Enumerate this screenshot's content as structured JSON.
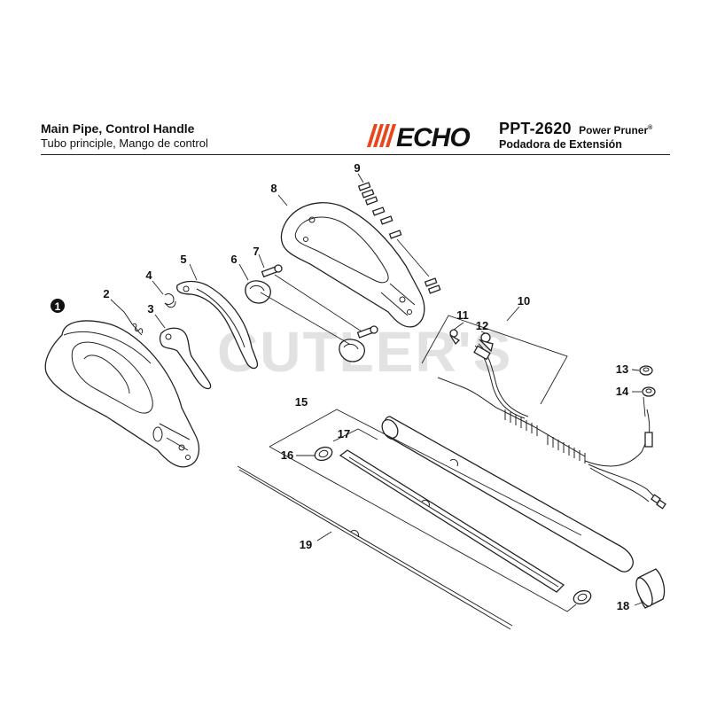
{
  "header": {
    "title_en": "Main Pipe, Control Handle",
    "title_es": "Tubo principle, Mango de control",
    "brand": "ECHO",
    "model": "PPT-2620",
    "product_en": "Power Pruner",
    "product_mark": "®",
    "product_es": "Podadora de Extensión"
  },
  "watermark": "CUTLER'S",
  "callouts": {
    "c1": "1",
    "c2": "2",
    "c3": "3",
    "c4": "4",
    "c5": "5",
    "c6": "6",
    "c7": "7",
    "c8": "8",
    "c9": "9",
    "c10": "10",
    "c11": "11",
    "c12": "12",
    "c13": "13",
    "c14": "14",
    "c15": "15",
    "c16": "16",
    "c17": "17",
    "c18": "18",
    "c19": "19"
  },
  "colors": {
    "brand_orange": "#e8461c",
    "ink": "#111111",
    "watermark": "#e2e2e2"
  }
}
